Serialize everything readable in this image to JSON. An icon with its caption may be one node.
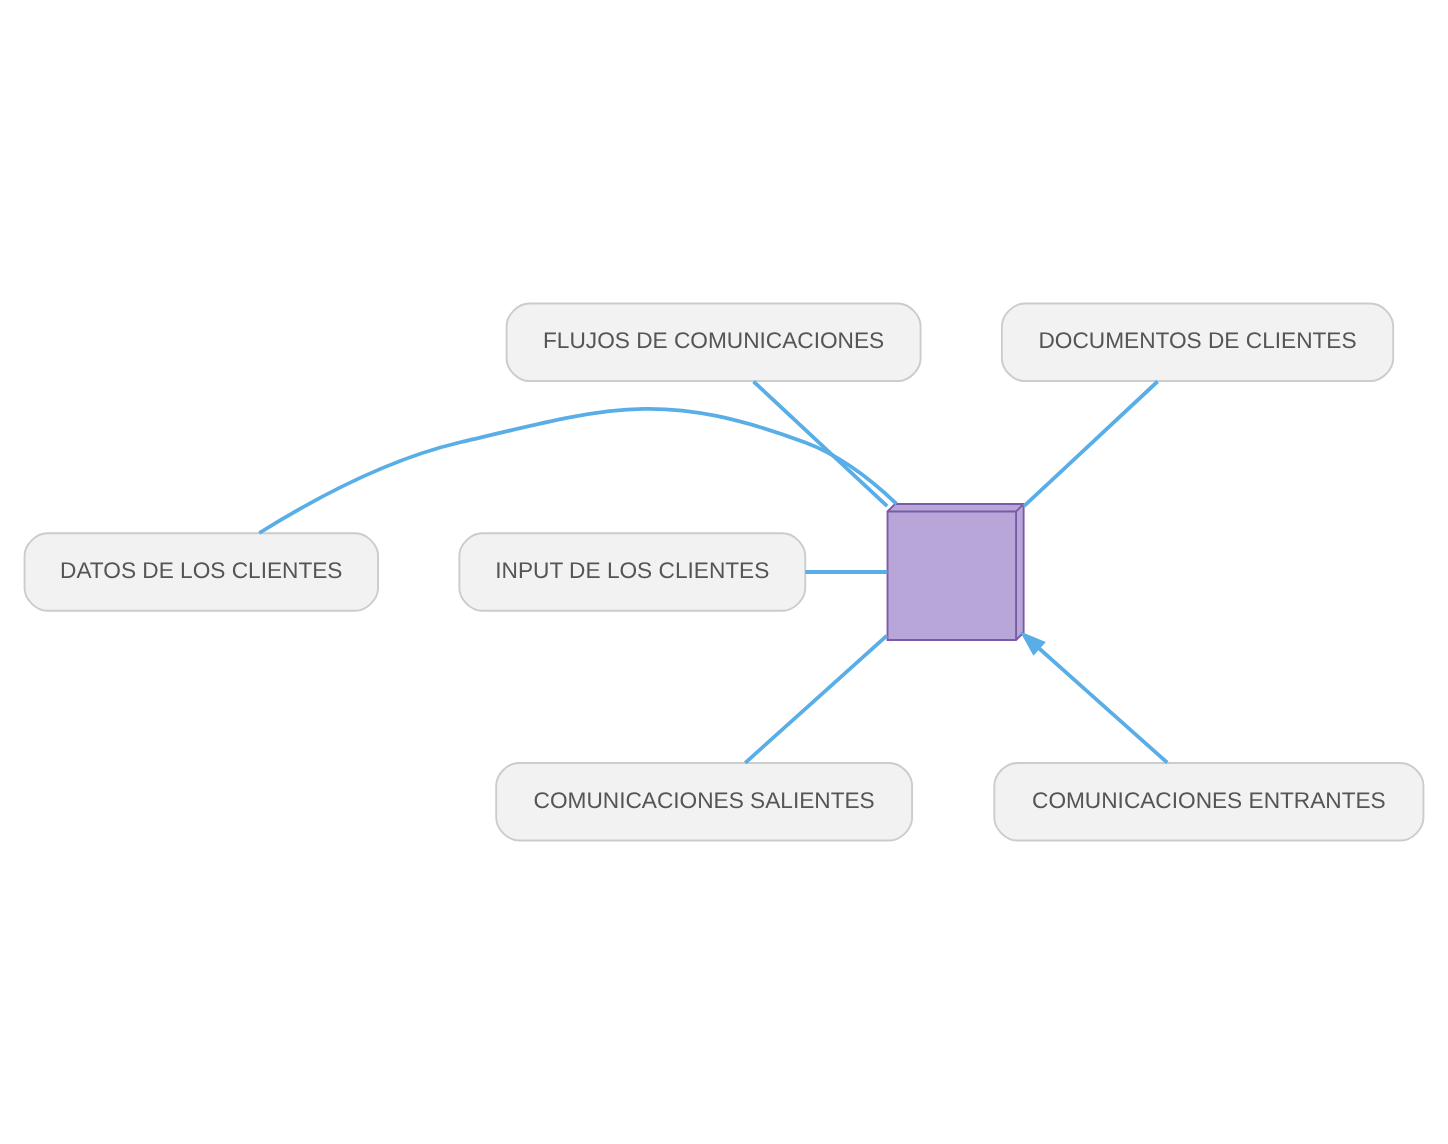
{
  "diagram": {
    "nodes": [
      {
        "text": [
          "FLUJOS DE COMUNICACIONES"
        ]
      },
      {
        "text": [
          "DOCUMENTOS DE CLIENTES"
        ]
      },
      {
        "text": [
          "DATOS DE LOS CLIENTES"
        ]
      },
      {
        "text": [
          "INPUT DE LOS CLIENTES"
        ]
      },
      {
        "text": [],
        "shape": "picture"
      },
      {
        "text": [
          "COMUNICACIONES SALIENTES"
        ]
      },
      {
        "text": [
          "COMUNICACIONES ENTRANTES"
        ]
      }
    ],
    "edges": [
      {
        "from": 0,
        "to": 4,
        "arrow": "none"
      },
      {
        "from": 1,
        "to": 4,
        "arrow": "none"
      },
      {
        "from": 2,
        "to": 4,
        "arrow": "none"
      },
      {
        "from": 3,
        "to": 4,
        "arrow": "none"
      },
      {
        "from": 4,
        "to": 5,
        "arrow": "none"
      },
      {
        "from": 6,
        "to": 4,
        "arrow": "to"
      }
    ]
  }
}
